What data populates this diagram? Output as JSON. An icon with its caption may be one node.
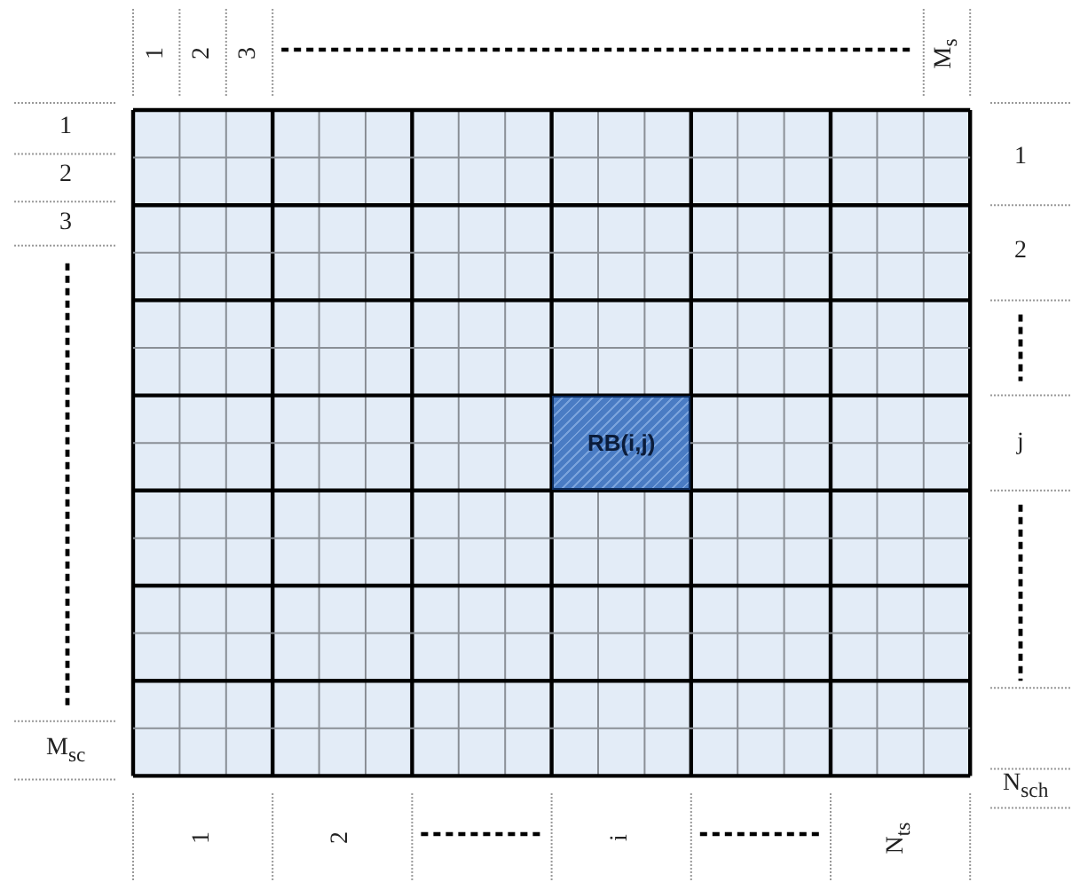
{
  "diagram": {
    "nodes": [
      {
        "text": [
          "RB(i,j)"
        ]
      }
    ],
    "labels": [
      "1",
      "2",
      "3",
      "M$_{s}$",
      "1",
      "2",
      "3",
      "M$_{sc}$",
      "1",
      "2",
      "j",
      "N$_{sch}$",
      "1",
      "2",
      "i",
      "N$_{ts}$"
    ]
  }
}
